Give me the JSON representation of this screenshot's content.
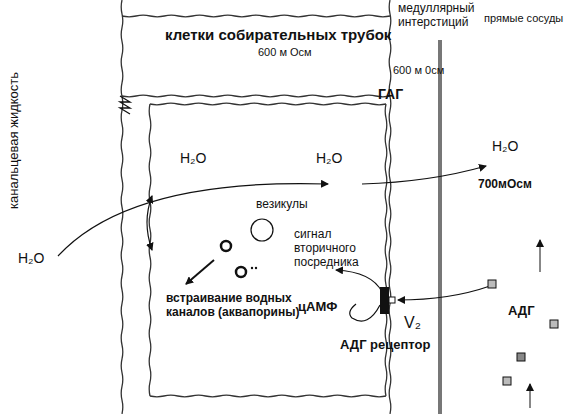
{
  "diagram": {
    "labels": [
      "канальцевая жидкость",
      "клетки собирательных трубок",
      "медуллярный интерстиций",
      "прямые сосуды",
      "ГАГ",
      "600 м Осм",
      "600 м 0см",
      "H₂O",
      "H₂O",
      "H₂O",
      "H₂O",
      "700мОсм",
      "везикулы",
      "сигнал вторичного посредника",
      "встраивание водных каналов (аквапорины)",
      "цАМФ",
      "V₂",
      "АДГ рецептор",
      "АДГ"
    ]
  }
}
